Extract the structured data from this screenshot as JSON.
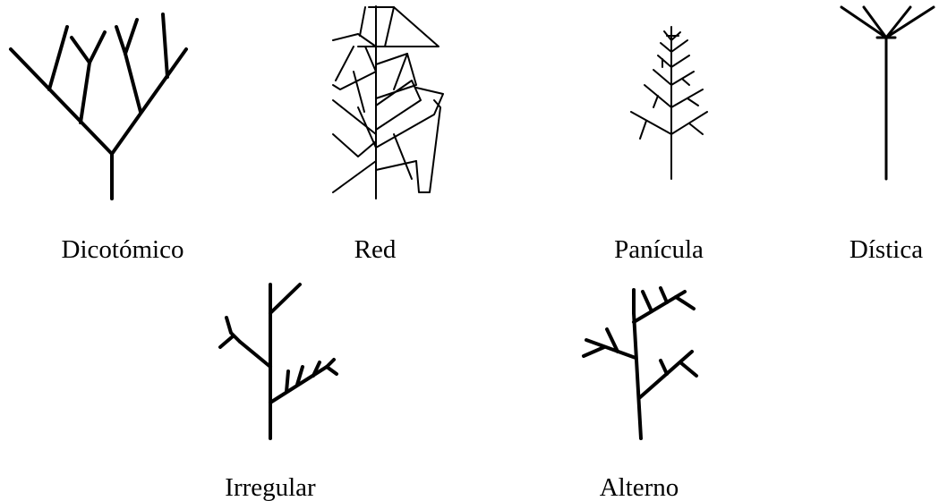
{
  "figure": {
    "panels": [
      {
        "id": "dicotomico",
        "label": "Dicotómico"
      },
      {
        "id": "red",
        "label": "Red"
      },
      {
        "id": "panicula",
        "label": "Panícula"
      },
      {
        "id": "distica",
        "label": "Dística"
      },
      {
        "id": "irregular",
        "label": "Irregular"
      },
      {
        "id": "alterno",
        "label": "Alterno"
      }
    ]
  }
}
